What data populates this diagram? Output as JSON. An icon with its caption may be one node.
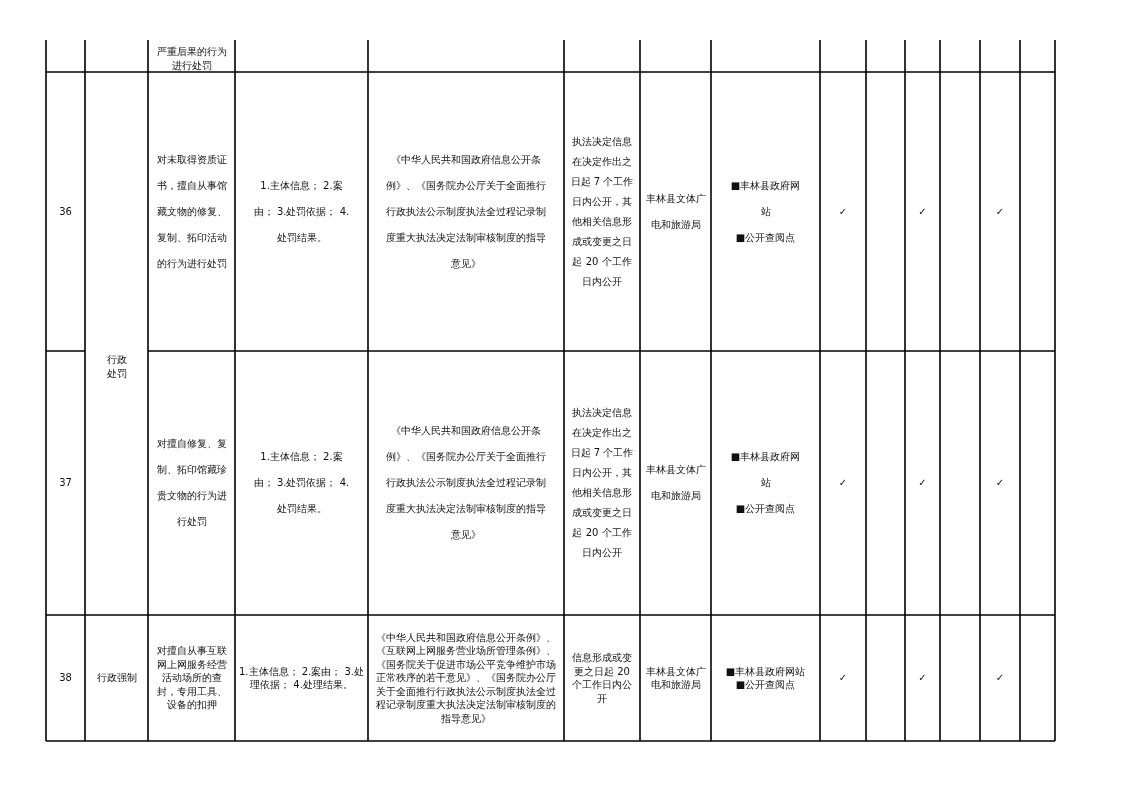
{
  "diagram": {
    "labels": [
      "严重后果的行为进行处罚",
      "36",
      "行政处罚",
      "对未取得资质证书，擅自从事馆藏文物的修复、复制、拓印活动的行为进行处罚",
      "1.主体信息； 2.案由； 3.处罚依据； 4.处罚结果。",
      "《中华人民共和国政府信息公开条例》、《国务院办公厅关于全面推行行政执法公示制度执法全过程记录制度重大执法决定法制审核制度的指导意见》",
      "执法决定信息在决定作出之日起 7 个工作日内公开，其他相关信息形成或变更之日起 20 个工作日内公开",
      "丰林县文体广电和旅游局",
      "■丰林县政府网站",
      "■公开查阅点",
      "✓",
      "✓",
      "✓",
      "37",
      "对擅自修复、复制、拓印馆藏珍贵文物的行为进行处罚",
      "1.主体信息； 2.案由； 3.处罚依据； 4.处罚结果。",
      "《中华人民共和国政府信息公开条例》、《国务院办公厅关于全面推行行政执法公示制度执法全过程记录制度重大执法决定法制审核制度的指导意见》",
      "执法决定信息在决定作出之日起 7 个工作日内公开，其他相关信息形成或变更之日起 20 个工作日内公开",
      "丰林县文体广电和旅游局",
      "■丰林县政府网站",
      "■公开查阅点",
      "✓",
      "✓",
      "✓",
      "38",
      "行政强制",
      "对擅自从事互联网上网服务经营活动场所的查封，专用工具、设备的扣押",
      "1.主体信息； 2.案由； 3.处理依据； 4.处理结果。",
      "《中华人民共和国政府信息公开条例》、《互联网上网服务营业场所管理条例》、《国务院关于促进市场公平竞争维护市场正常秩序的若干意见》、《国务院办公厅关于全面推行行政执法公示制度执法全过程记录制度重大执法决定法制审核制度的指导意见》",
      "信息形成或变更之日起 20 个工作日内公开",
      "丰林县文体广电和旅游局",
      "■丰林县政府网站",
      "■公开查阅点",
      "✓",
      "✓",
      "✓"
    ]
  }
}
